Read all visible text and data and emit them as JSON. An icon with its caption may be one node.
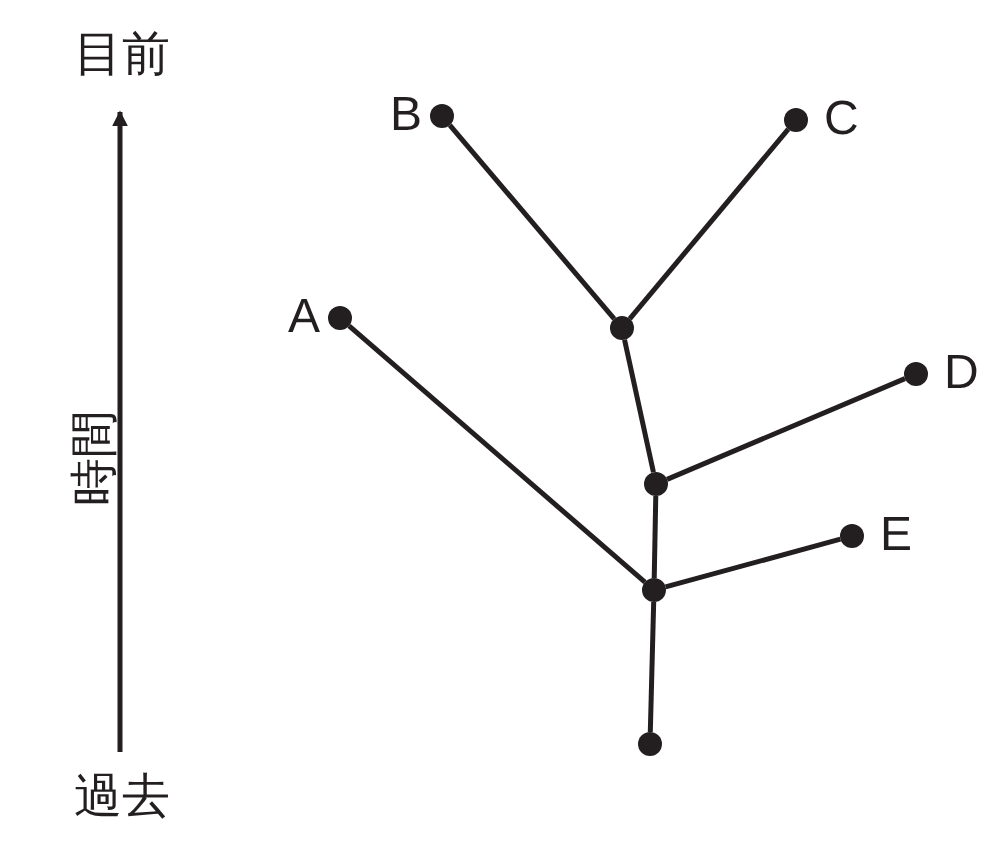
{
  "diagram": {
    "nodes": [
      {
        "text": [],
        "shape": "circle",
        "beside": [
          "B"
        ]
      },
      {
        "text": [],
        "shape": "circle",
        "beside": [
          "C"
        ]
      },
      {
        "text": [],
        "shape": "circle",
        "beside": [
          "A"
        ]
      },
      {
        "text": [],
        "shape": "circle"
      },
      {
        "text": [],
        "shape": "circle",
        "beside": [
          "D"
        ]
      },
      {
        "text": [],
        "shape": "circle"
      },
      {
        "text": [],
        "shape": "circle",
        "beside": [
          "E"
        ]
      },
      {
        "text": [],
        "shape": "circle"
      },
      {
        "text": [],
        "shape": "circle"
      }
    ],
    "edges": [
      {
        "from": 3,
        "to": 0,
        "arrow": "none"
      },
      {
        "from": 3,
        "to": 1,
        "arrow": "none"
      },
      {
        "from": 5,
        "to": 3,
        "arrow": "none"
      },
      {
        "from": 5,
        "to": 4,
        "arrow": "none"
      },
      {
        "from": 7,
        "to": 5,
        "arrow": "none"
      },
      {
        "from": 7,
        "to": 6,
        "arrow": "none"
      },
      {
        "from": 7,
        "to": 2,
        "arrow": "none"
      },
      {
        "from": 8,
        "to": 7,
        "arrow": "none"
      }
    ],
    "labels": [
      "目前",
      "時間",
      "過去"
    ]
  }
}
